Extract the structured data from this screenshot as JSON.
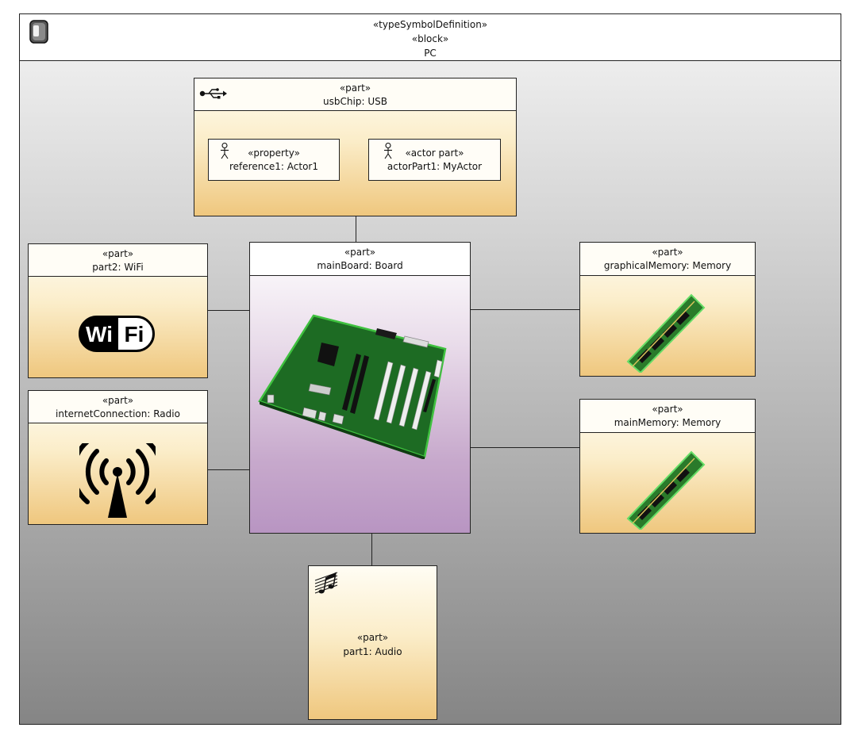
{
  "diagram": {
    "frame": {
      "stereotype1": "«typeSymbolDefinition»",
      "stereotype2": "«block»",
      "name": "PC",
      "icon": "speaker-icon"
    },
    "usb_chip": {
      "stereotype": "«part»",
      "name": "usbChip: USB",
      "icon": "usb-icon",
      "reference": {
        "stereotype": "«property»",
        "name": "reference1: Actor1",
        "icon": "actor-icon"
      },
      "actor_part": {
        "stereotype": "«actor part»",
        "name": "actorPart1: MyActor",
        "icon": "actor-icon"
      }
    },
    "wifi": {
      "stereotype": "«part»",
      "name": "part2: WiFi",
      "logo_left": "Wi",
      "logo_right": "Fi"
    },
    "radio": {
      "stereotype": "«part»",
      "name": "internetConnection: Radio",
      "icon": "antenna-icon"
    },
    "main_board": {
      "stereotype": "«part»",
      "name": "mainBoard: Board",
      "image": "motherboard-image"
    },
    "graphical_memory": {
      "stereotype": "«part»",
      "name": "graphicalMemory: Memory",
      "image": "ram-module-image"
    },
    "main_memory": {
      "stereotype": "«part»",
      "name": "mainMemory: Memory",
      "image": "ram-module-image"
    },
    "audio": {
      "stereotype": "«part»",
      "name": "part1: Audio",
      "icon": "music-notes-icon"
    }
  }
}
